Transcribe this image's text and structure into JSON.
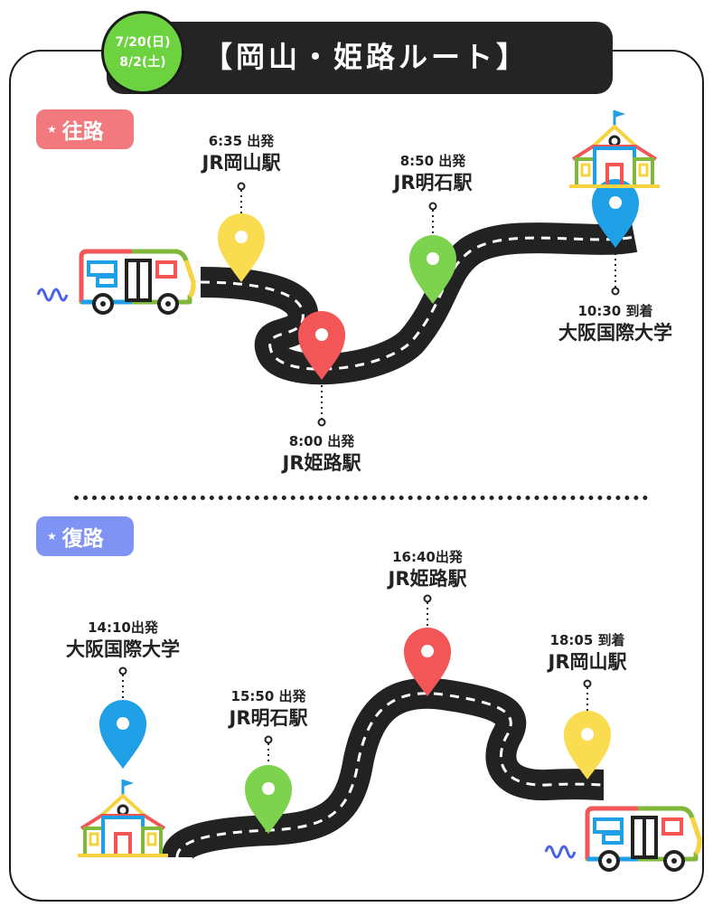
{
  "header": {
    "dates": [
      "7/20(日)",
      "8/2(土)"
    ],
    "title": "【岡山・姫路ルート】"
  },
  "outbound": {
    "badge": "往路",
    "stops": [
      {
        "time": "6:35 出発",
        "station": "JR岡山駅",
        "pin_color": "#f9dc4f"
      },
      {
        "time": "8:00 出発",
        "station": "JR姫路駅",
        "pin_color": "#f25656"
      },
      {
        "time": "8:50 出発",
        "station": "JR明石駅",
        "pin_color": "#7dd34d"
      },
      {
        "time": "10:30 到着",
        "station": "大阪国際大学",
        "pin_color": "#1fa0e6"
      }
    ]
  },
  "return": {
    "badge": "復路",
    "stops": [
      {
        "time": "14:10出発",
        "station": "大阪国際大学",
        "pin_color": "#1fa0e6"
      },
      {
        "time": "15:50 出発",
        "station": "JR明石駅",
        "pin_color": "#7dd34d"
      },
      {
        "time": "16:40出発",
        "station": "JR姫路駅",
        "pin_color": "#f25656"
      },
      {
        "time": "18:05 到着",
        "station": "JR岡山駅",
        "pin_color": "#f9dc4f"
      }
    ]
  },
  "colors": {
    "road": "#222222",
    "accent_green": "#6cd23f",
    "badge_out": "#f27a7e",
    "badge_return": "#7f93f4"
  },
  "icons": [
    "bus-icon",
    "school-icon",
    "map-pin-icon",
    "star-icon"
  ]
}
